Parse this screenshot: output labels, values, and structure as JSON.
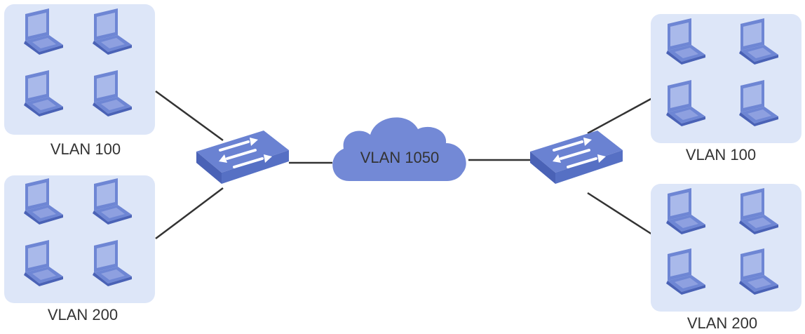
{
  "colors": {
    "group_fill": "#dde6f8",
    "device_main": "#6e86d4",
    "device_dark": "#4a62b6",
    "device_light": "#a9b9ea",
    "switch_top": "#6a82d2",
    "switch_side": "#4a62b6",
    "cloud": "#7389d6",
    "line": "#333333"
  },
  "icons": {
    "computer": "laptop-icon",
    "switch": "switch-icon",
    "cloud": "cloud-icon"
  },
  "groups": {
    "left_top": {
      "label": "VLAN 100"
    },
    "left_bottom": {
      "label": "VLAN 200"
    },
    "right_top": {
      "label": "VLAN 100"
    },
    "right_bottom": {
      "label": "VLAN 200"
    }
  },
  "cloud": {
    "label": "VLAN 1050"
  }
}
